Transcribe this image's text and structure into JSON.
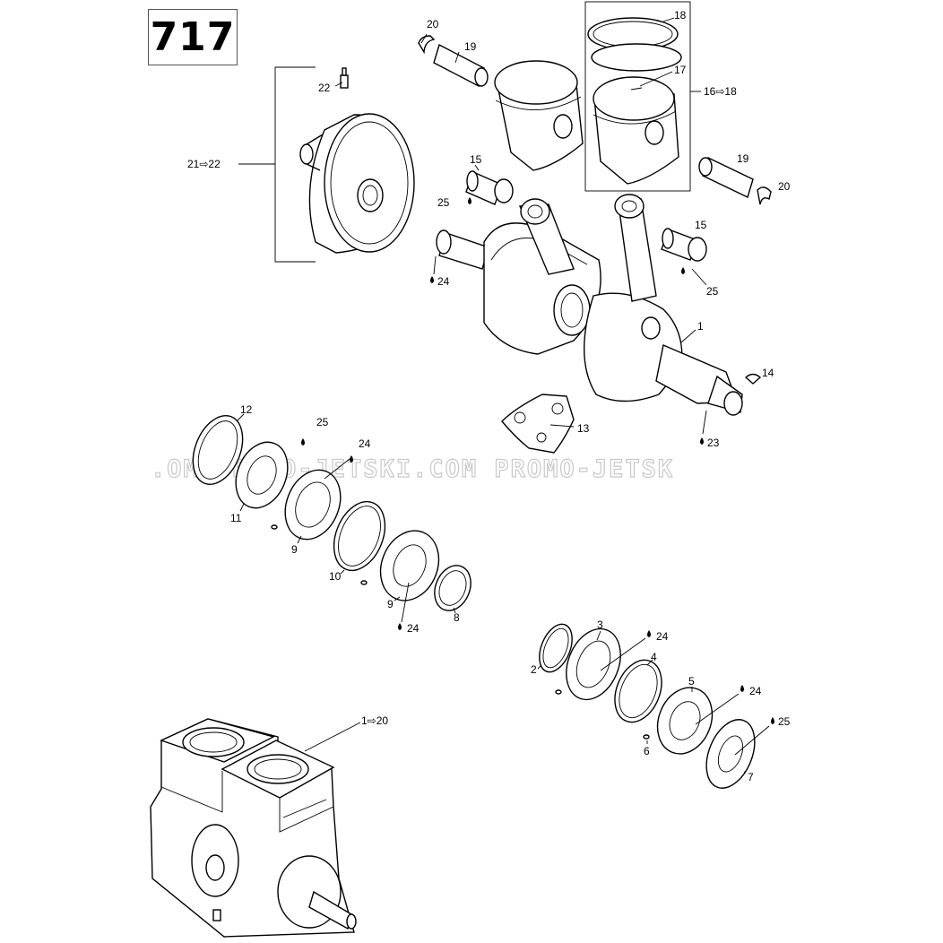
{
  "title": "717",
  "watermark": ".OM   PROMO-JETSKI.COM   PROMO-JETSK",
  "callouts": [
    {
      "id": "c20a",
      "text": "20"
    },
    {
      "id": "c19a",
      "text": "19"
    },
    {
      "id": "c18",
      "text": "18"
    },
    {
      "id": "c17",
      "text": "17"
    },
    {
      "id": "c16_18",
      "text": "16⇨18"
    },
    {
      "id": "c22",
      "text": "22"
    },
    {
      "id": "c21_22",
      "text": "21⇨22"
    },
    {
      "id": "c15a",
      "text": "15"
    },
    {
      "id": "c25a",
      "text": "25"
    },
    {
      "id": "c19b",
      "text": "19"
    },
    {
      "id": "c20b",
      "text": "20"
    },
    {
      "id": "c15b",
      "text": "15"
    },
    {
      "id": "c24a",
      "text": "24"
    },
    {
      "id": "c25b",
      "text": "25"
    },
    {
      "id": "c1",
      "text": "1"
    },
    {
      "id": "c14",
      "text": "14"
    },
    {
      "id": "c13",
      "text": "13"
    },
    {
      "id": "c23",
      "text": "23"
    },
    {
      "id": "c12",
      "text": "12"
    },
    {
      "id": "c25c",
      "text": "25"
    },
    {
      "id": "c24b",
      "text": "24"
    },
    {
      "id": "c11",
      "text": "11"
    },
    {
      "id": "c9a",
      "text": "9"
    },
    {
      "id": "c10",
      "text": "10"
    },
    {
      "id": "c9b",
      "text": "9"
    },
    {
      "id": "c24c",
      "text": "24"
    },
    {
      "id": "c8",
      "text": "8"
    },
    {
      "id": "c3",
      "text": "3"
    },
    {
      "id": "c24d",
      "text": "24"
    },
    {
      "id": "c2",
      "text": "2"
    },
    {
      "id": "c4",
      "text": "4"
    },
    {
      "id": "c5",
      "text": "5"
    },
    {
      "id": "c24e",
      "text": "24"
    },
    {
      "id": "c25d",
      "text": "25"
    },
    {
      "id": "c6",
      "text": "6"
    },
    {
      "id": "c7",
      "text": "7"
    },
    {
      "id": "c1_20",
      "text": "1⇨20"
    }
  ]
}
